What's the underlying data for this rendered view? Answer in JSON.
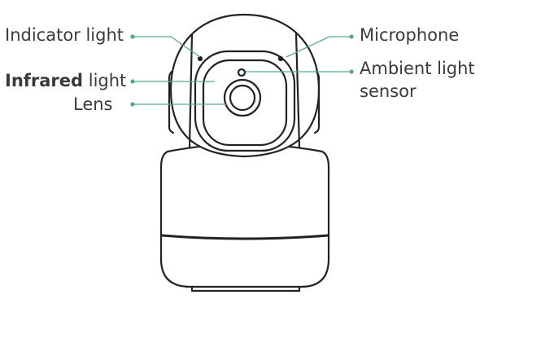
{
  "labels": {
    "indicator_light": "Indicator light",
    "infrared_bold": "Infrared",
    "infrared_rest": " light",
    "lens": "Lens",
    "microphone": "Microphone",
    "ambient_line1": "Ambient light",
    "ambient_line2": "sensor"
  },
  "colors": {
    "leader": "#5aa68a",
    "outline": "#222222",
    "text": "#3a3a3a"
  }
}
